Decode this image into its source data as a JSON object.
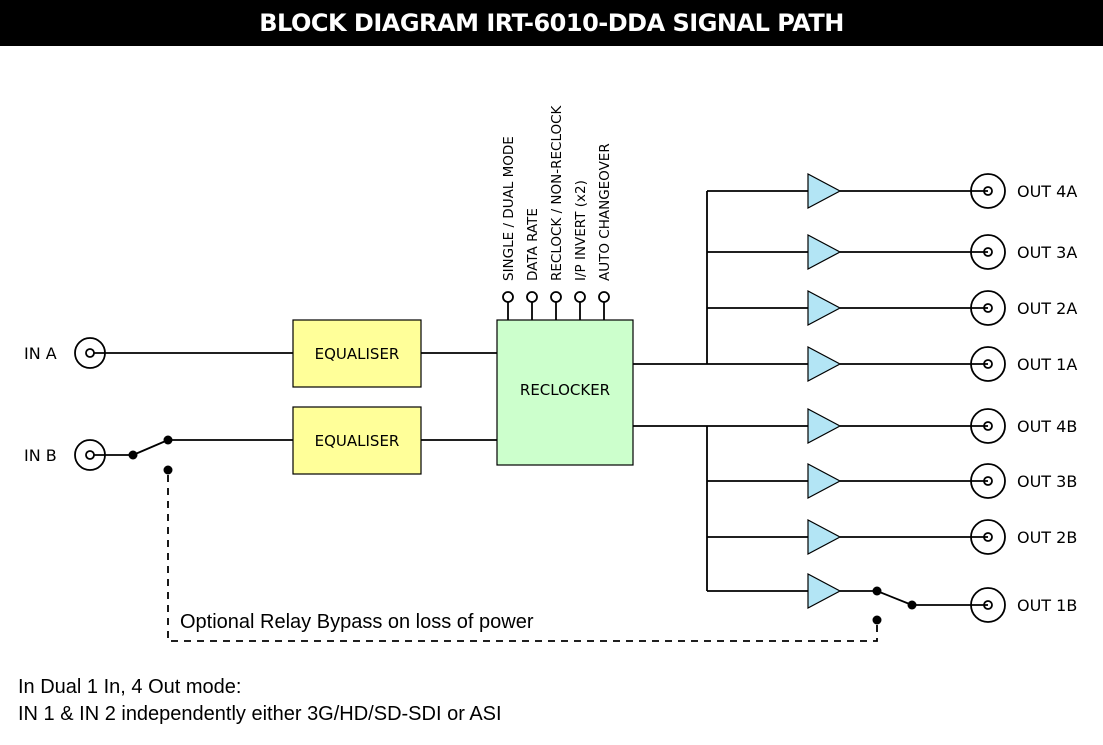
{
  "title": "BLOCK DIAGRAM IRT-6010-DDA SIGNAL PATH",
  "inputs": [
    {
      "label": "IN A"
    },
    {
      "label": "IN B"
    }
  ],
  "blocks": {
    "equaliser_a": "EQUALISER",
    "equaliser_b": "EQUALISER",
    "reclocker": "RECLOCKER"
  },
  "controls": [
    "SINGLE / DUAL MODE",
    "DATA RATE",
    "RECLOCK / NON-RECLOCK",
    "I/P INVERT (x2)",
    "AUTO CHANGEOVER"
  ],
  "outputs": [
    "OUT 4A",
    "OUT 3A",
    "OUT 2A",
    "OUT 1A",
    "OUT 4B",
    "OUT 3B",
    "OUT 2B",
    "OUT 1B"
  ],
  "bypass_note": "Optional Relay Bypass on loss of power",
  "footer": {
    "line1": "In Dual 1 In, 4 Out mode:",
    "line2": "IN 1 & IN 2 independently either 3G/HD/SD-SDI or ASI"
  },
  "colors": {
    "equaliser_fill": "#FFFF99",
    "reclocker_fill": "#CCFFCC",
    "buffer_fill": "#B3E5F5",
    "title_bg": "#000000"
  }
}
